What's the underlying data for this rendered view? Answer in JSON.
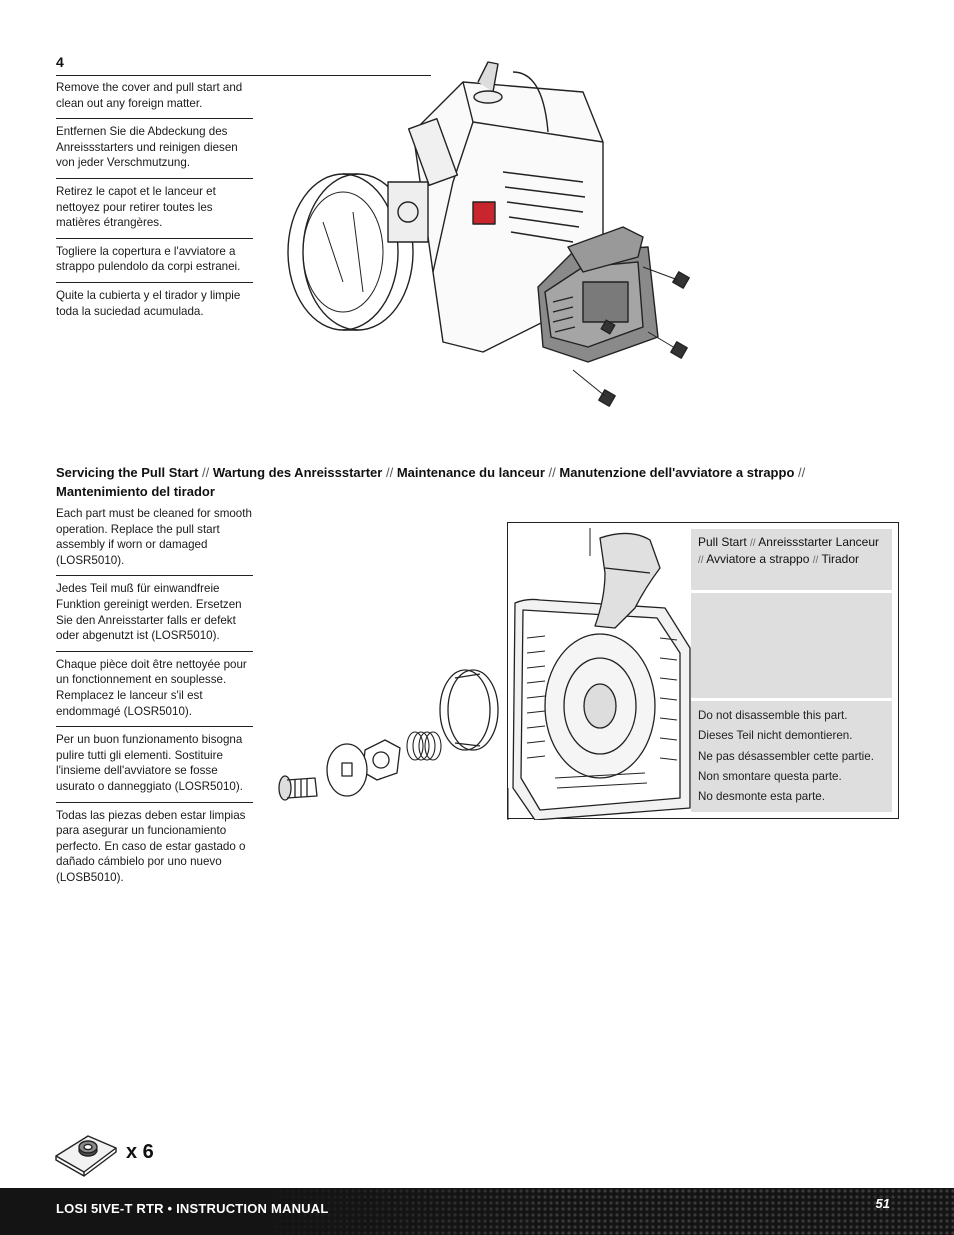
{
  "step": {
    "number": "4",
    "paragraphs": [
      "Remove the cover and pull start and clean out any foreign matter.",
      "Entfernen Sie die Abdeckung des Anreissstarters und reinigen diesen von jeder Verschmutzung.",
      "Retirez le capot et le lanceur et nettoyez pour retirer toutes les matières étrangères.",
      "Togliere la copertura e l'avviatore a strappo pulendolo da corpi estranei.",
      "Quite la cubierta y el tirador y limpie toda la suciedad acumulada."
    ]
  },
  "servicing": {
    "title_parts": [
      "Servicing the Pull Start",
      "Wartung des Anreissstarter",
      "Maintenance du lanceur",
      "Manutenzione dell'avviatore a strappo",
      "Mantenimiento del tirador"
    ],
    "separator": "//",
    "paragraphs": [
      "Each part must be cleaned for smooth operation. Replace the pull start assembly if worn or damaged (LOSR5010).",
      "Jedes Teil muß für einwandfreie Funktion gereinigt werden. Ersetzen Sie den Anreisstarter falls er defekt oder abgenutzt ist (LOSR5010).",
      "Chaque pièce doit être nettoyée pour un fonctionnement en souplesse. Remplacez le lanceur s'il est endommagé (LOSR5010).",
      "Per un buon funzionamento bisogna pulire tutti gli elementi. Sostituire l'insieme dell'avviatore se fosse usurato o danneggiato (LOSR5010).",
      "Todas las piezas deben estar limpias para asegurar un funcionamiento perfecto. En caso de estar gastado o dañado cámbielo por uno nuevo (LOSB5010)."
    ]
  },
  "parts_panel": {
    "names": [
      "Pull Start",
      "Anreissstarter",
      "Lanceur",
      "Avviatore a strappo",
      "Tirador"
    ],
    "warnings": [
      "Do not disassemble this part.",
      "Dieses Teil nicht demontieren.",
      "Ne pas désassembler cette partie.",
      "Non smontare questa parte.",
      "No desmonte esta parte."
    ]
  },
  "quantity": "x 6",
  "footer": {
    "title": "LOSI 5IVE-T RTR • INSTRUCTION MANUAL",
    "page": "51"
  },
  "icons": {
    "engine": "engine-diagram-icon",
    "pull_start": "pull-start-exploded-icon",
    "nut": "flange-nut-icon"
  }
}
